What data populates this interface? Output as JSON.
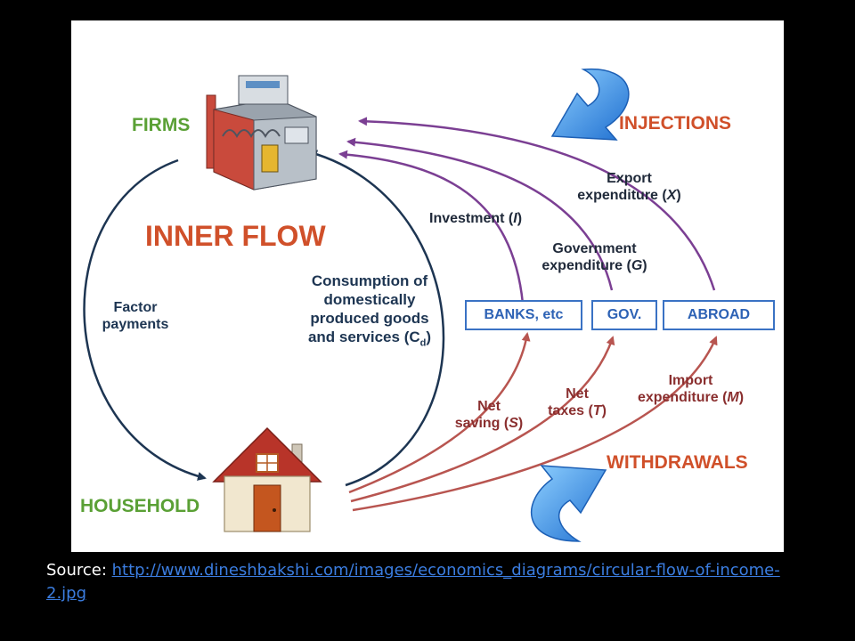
{
  "diagram": {
    "firms": "FIRMS",
    "household": "HOUSEHOLD",
    "inner_flow": "INNER FLOW",
    "injections": "INJECTIONS",
    "withdrawals": "WITHDRAWALS",
    "factor_payments": [
      "Factor",
      "payments"
    ],
    "consumption": [
      "Consumption of",
      "domestically",
      "produced goods",
      "and services (C",
      "d",
      ")"
    ],
    "boxes": [
      "BANKS, etc",
      "GOV.",
      "ABROAD"
    ],
    "injection_labels": {
      "investment": [
        "Investment (",
        "I",
        ")"
      ],
      "government": [
        "Government",
        "expenditure (",
        "G",
        ")"
      ],
      "export": [
        "Export",
        "expenditure (",
        "X",
        ")"
      ]
    },
    "withdrawal_labels": {
      "saving": [
        "Net",
        "saving (",
        "S",
        ")"
      ],
      "taxes": [
        "Net",
        "taxes (",
        "T",
        ")"
      ],
      "import": [
        "Import",
        "expenditure (",
        "M",
        ")"
      ]
    },
    "colors": {
      "injection_arrows": "#7b3f93",
      "withdrawal_arrows": "#b85550",
      "inner_arrows": "#1d3552",
      "big_arrows": "#3a8fd9"
    }
  },
  "caption": {
    "prefix": "Source: ",
    "link": "http://www.dineshbakshi.com/images/economics_diagrams/circular-flow-of-income-2.jpg"
  }
}
